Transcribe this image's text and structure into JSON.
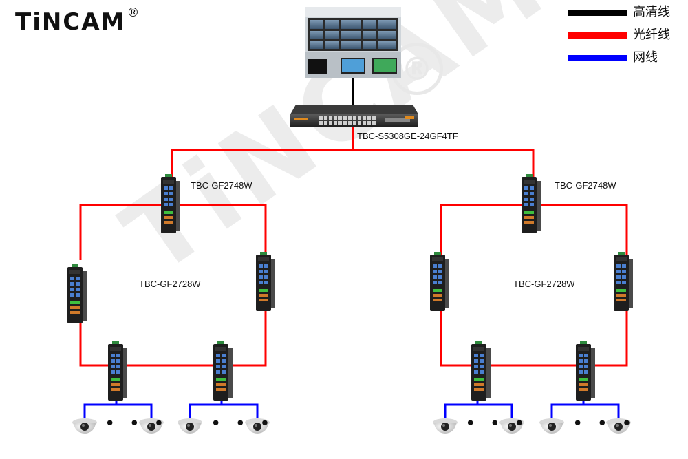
{
  "logo": {
    "text": "TiNCAM",
    "mark": "®"
  },
  "watermark": {
    "text": "TiNCAM",
    "mark": "®"
  },
  "legend": [
    {
      "label": "高清线",
      "color": "#000000"
    },
    {
      "label": "光纤线",
      "color": "#ff0000"
    },
    {
      "label": "网线",
      "color": "#0000ff"
    }
  ],
  "core_switch": {
    "model": "TBC-S5308GE-24GF4TF"
  },
  "left_group": {
    "aggregation_model": "TBC-GF2748W",
    "ring_model": "TBC-GF2728W",
    "dots_left": "• • •",
    "dots_right": "• • •"
  },
  "right_group": {
    "aggregation_model": "TBC-GF2748W",
    "ring_model": "TBC-GF2728W",
    "dots_left": "• • •",
    "dots_right": "• • •"
  },
  "icons": {
    "video_wall": "video-wall-icon",
    "core_switch": "rack-switch-icon",
    "din_switch": "din-rail-switch-icon",
    "camera": "dome-camera-icon"
  }
}
